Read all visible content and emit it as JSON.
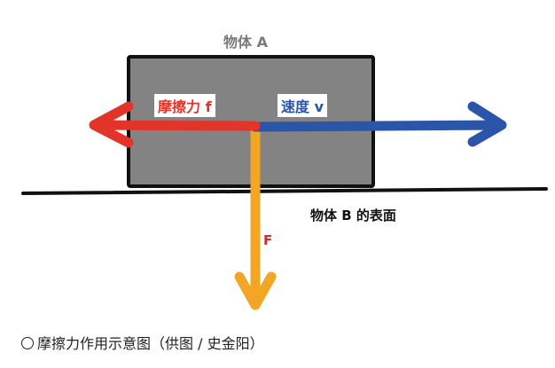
{
  "diagram": {
    "object_a_label": "物体 A",
    "friction_label": "摩擦力 f",
    "velocity_label": "速度 v",
    "surface_label": "物体 B 的表面",
    "force_label": "F",
    "caption": "摩擦力作用示意图（供图 / 史金阳）",
    "colors": {
      "block_fill": "#838383",
      "block_border": "#111111",
      "friction_arrow": "#e3342a",
      "velocity_arrow": "#2a55a8",
      "force_arrow": "#f2a623",
      "ground_line": "#111111"
    }
  }
}
